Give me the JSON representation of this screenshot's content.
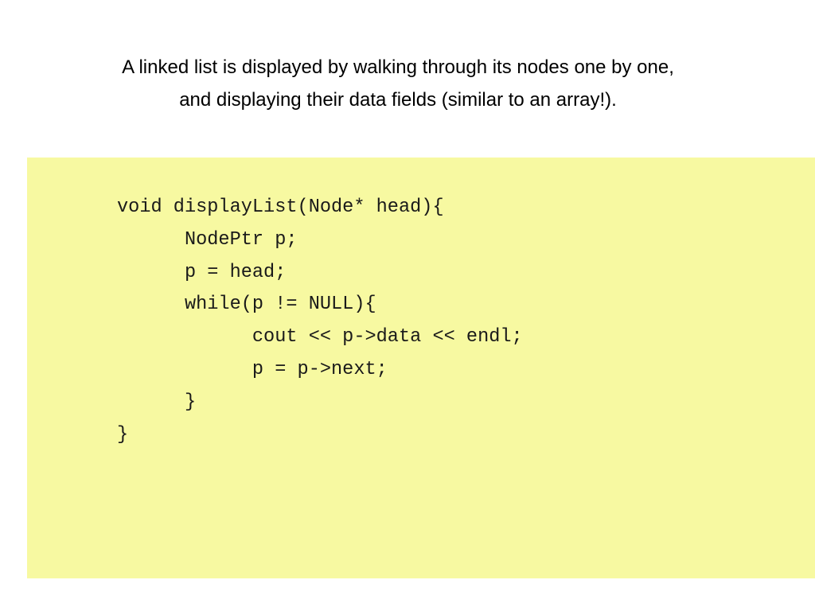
{
  "caption": {
    "line_1": "A linked list is displayed by walking through its nodes one by one,",
    "line_2": "and displaying their data fields (similar to an array!)."
  },
  "code_panel": {
    "background": "#f7f9a1",
    "lines": [
      "void displayList(Node* head){",
      "      NodePtr p;",
      "      p = head;",
      "      while(p != NULL){",
      "            cout << p->data << endl;",
      "            p = p->next;",
      "      }",
      "}"
    ]
  }
}
